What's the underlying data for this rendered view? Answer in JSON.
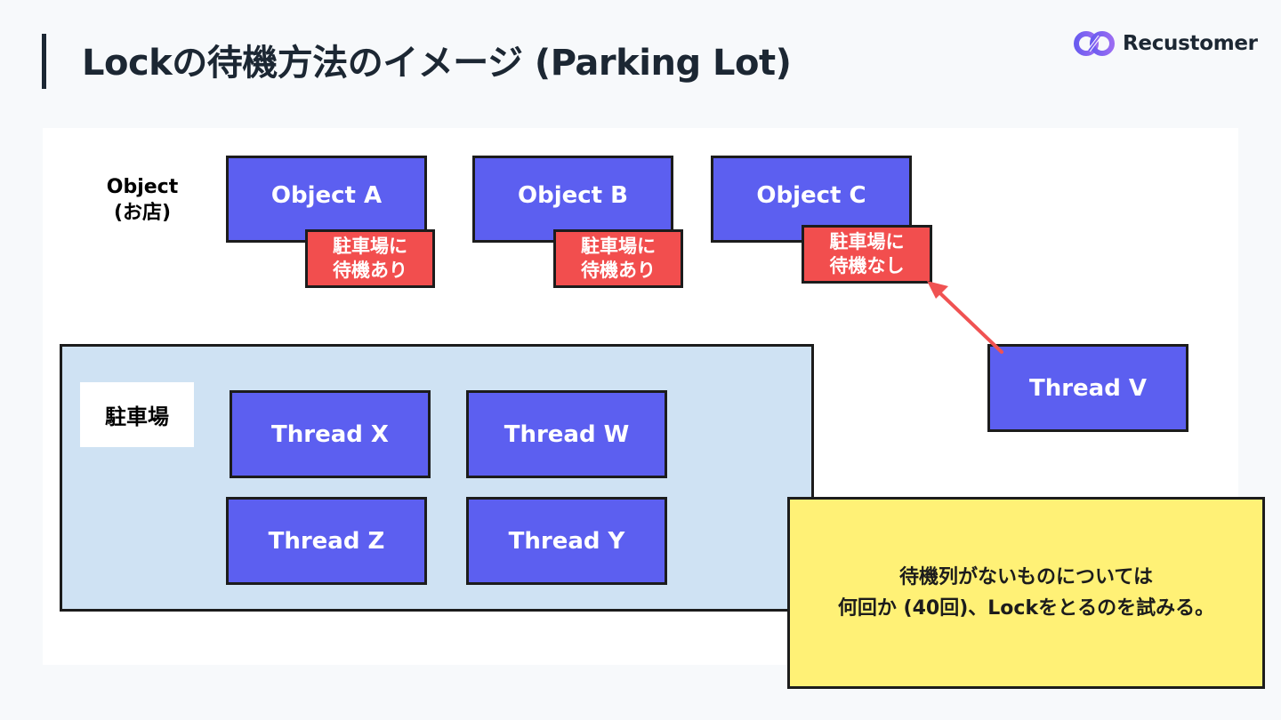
{
  "title": "Lockの待機方法のイメージ (Parking Lot)",
  "logo": {
    "text": "Recustomer",
    "icon": "infinity-link-icon"
  },
  "object_label": "Object\n(お店)",
  "objects": [
    {
      "label": "Object A",
      "badge": "駐車場に\n待機あり"
    },
    {
      "label": "Object B",
      "badge": "駐車場に\n待機あり"
    },
    {
      "label": "Object C",
      "badge": "駐車場に\n待機なし"
    }
  ],
  "parking": {
    "label": "駐車場",
    "threads": [
      "Thread X",
      "Thread W",
      "Thread Z",
      "Thread Y"
    ]
  },
  "outside_thread": "Thread V",
  "note": {
    "line1": "待機列がないものについては",
    "line2": "何回か (40回)、Lockをとるのを試みる。"
  },
  "colors": {
    "box": "#5c5ff0",
    "badge": "#f24e4e",
    "parking": "#cfe2f3",
    "note": "#fff176",
    "arrow": "#f05252"
  }
}
